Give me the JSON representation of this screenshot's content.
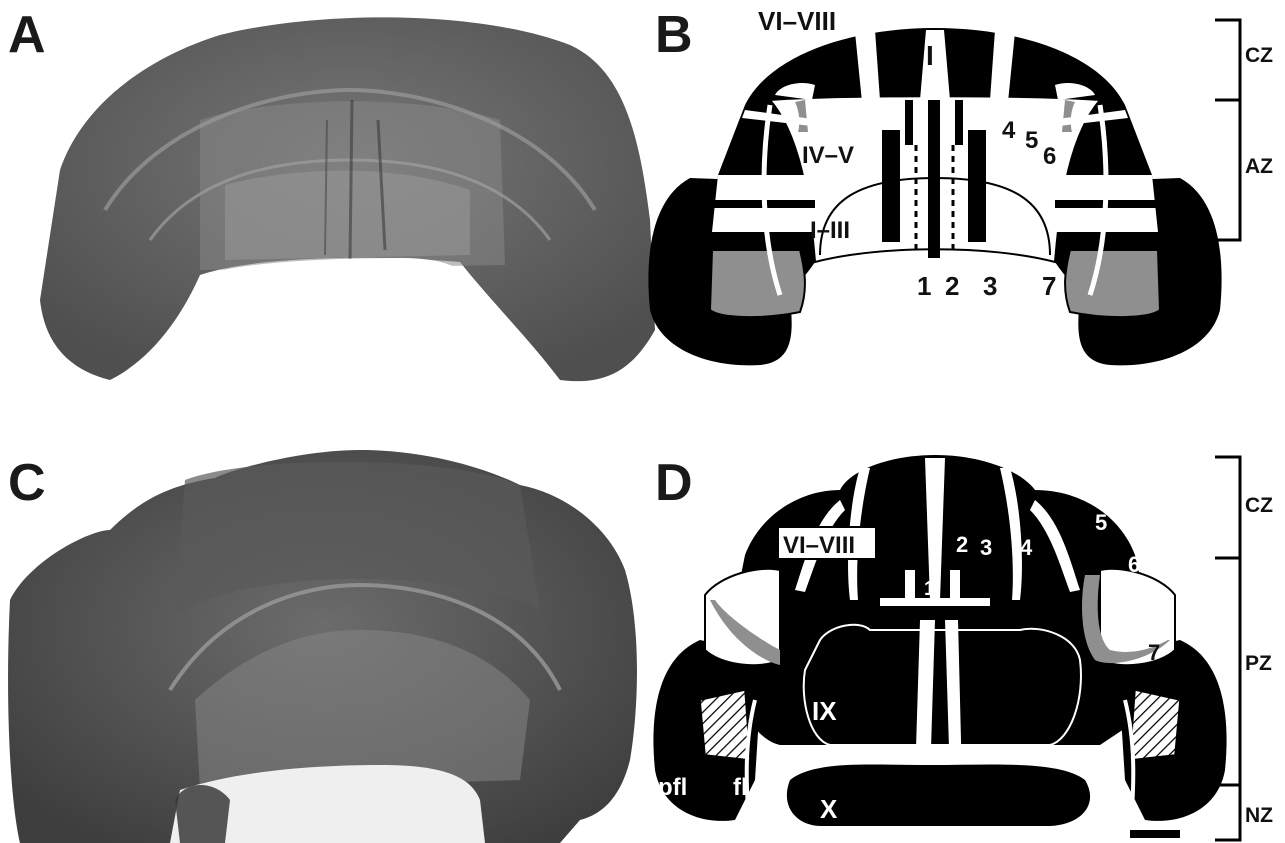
{
  "panels": {
    "A": "A",
    "B": "B",
    "C": "C",
    "D": "D"
  },
  "panel_b": {
    "lobule_top": "VI–VIII",
    "lobule_mid": "IV–V",
    "lobule_low": "I–III",
    "lobule_I": "I",
    "stripes_bottom": [
      "1",
      "2",
      "3",
      "7"
    ],
    "stripes_side": [
      "4",
      "5",
      "6"
    ],
    "zones": [
      "CZ",
      "AZ"
    ]
  },
  "panel_d": {
    "lobule_top": "VI–VIII",
    "lobule_ix": "IX",
    "lobule_x": "X",
    "pfl": "pfl",
    "fl": "fl",
    "stripes": [
      "1",
      "2",
      "3",
      "4",
      "5",
      "6",
      "7"
    ],
    "zones": [
      "CZ",
      "PZ",
      "NZ"
    ]
  },
  "colors": {
    "ink": "#000000",
    "gray_stripe": "#8f8f8f",
    "photo_dark": "#505050",
    "photo_mid": "#7a7a7a"
  }
}
